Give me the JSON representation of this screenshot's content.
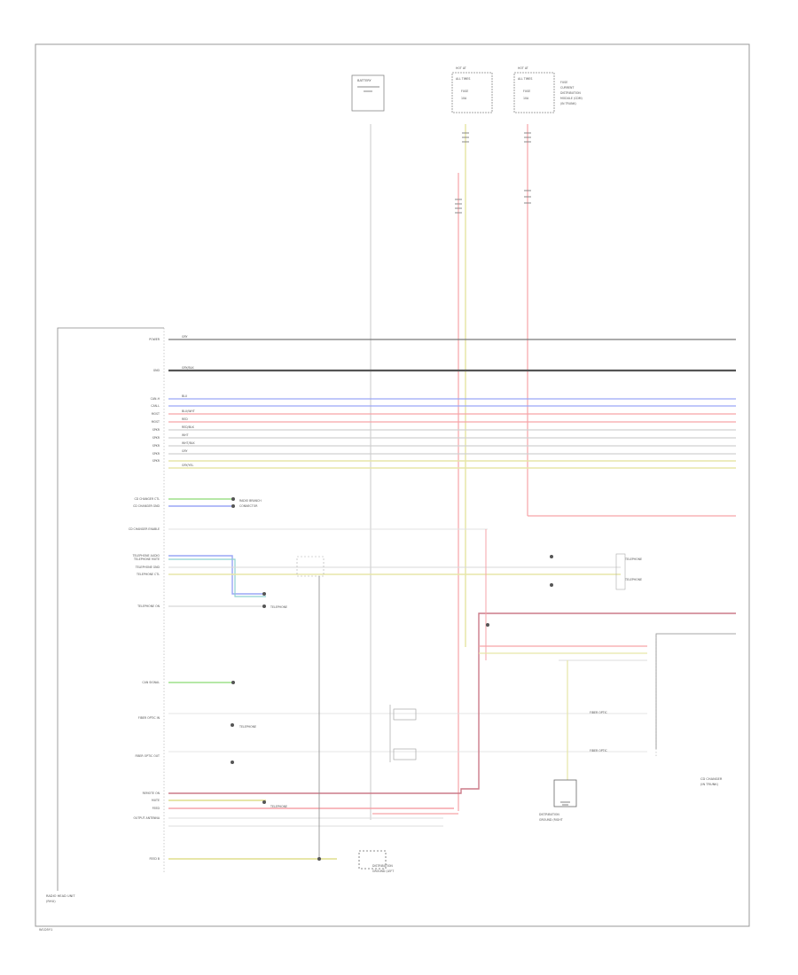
{
  "footer_code": "W1D5Y1",
  "battery": {
    "label": "BATTERY"
  },
  "fuse_boxes": [
    {
      "id": "fuse-a",
      "header": "HOT AT",
      "header2": "ALL TIMES",
      "fuse": "FUSE",
      "rating": "10A"
    },
    {
      "id": "fuse-b",
      "header": "HOT AT",
      "header2": "ALL TIMES",
      "fuse": "FUSE",
      "rating": "10A"
    }
  ],
  "fuse_box_note": [
    "FUSE",
    "CURRENT",
    "DISTRIBUTION",
    "MODULE (CDM)",
    "(IN TRUNK)"
  ],
  "left_module": {
    "label1": "RADIO HEAD UNIT",
    "label2": "(RHU)"
  },
  "right_module": {
    "label1": "CD CHANGER",
    "label2": "(IN TRUNK)"
  },
  "left_pins": [
    "POWER",
    "GND",
    "CAN-H",
    "CAN-L",
    "MOST",
    "MOST",
    "SPKR",
    "SPKR",
    "SPKR",
    "SPKR",
    "SPKR",
    "CD CHANGER CTL",
    "CD CHANGER GND",
    "CD CHANGER ENABLE",
    "TELEPHONE AUDIO",
    "TELEPHONE MUTE",
    "TELEPHONE GND",
    "TELEPHONE CTL",
    "TELEPHONE ON",
    "CAN SIGNAL",
    "FIBER OPTIC IN",
    "FIBER OPTIC OUT",
    "REMOTE ON",
    "MUTE",
    "FEED",
    "OUTPUT ANTENNA",
    "FEED B"
  ],
  "bus_wire_labels": [
    "GRY",
    "GRY/BLK",
    "BLU",
    "BLU/WHT",
    "RED",
    "RED/BLK",
    "WHT",
    "WHT/BLK",
    "GRY",
    "GRY/YEL"
  ],
  "connector_notes": [
    "RADIO BRANCH",
    "CONNECTOR",
    "TELEPHONE",
    "TELEPHONE",
    "TELEPHONE",
    "TELEPHONE",
    "TELEPHONE",
    "FIBER OPTIC",
    "FIBER OPTIC"
  ],
  "ground_notes": [
    "DISTRIBUTION",
    "GROUND (LEFT",
    "DISTRIBUTION",
    "GROUND (RIGHT"
  ],
  "colors": {
    "red": "#f6a3a8",
    "blue": "#9aa6f6",
    "green": "#9ee08a",
    "yellow": "#e7e6a8",
    "black": "#777777",
    "gray": "#c9c9c9"
  }
}
